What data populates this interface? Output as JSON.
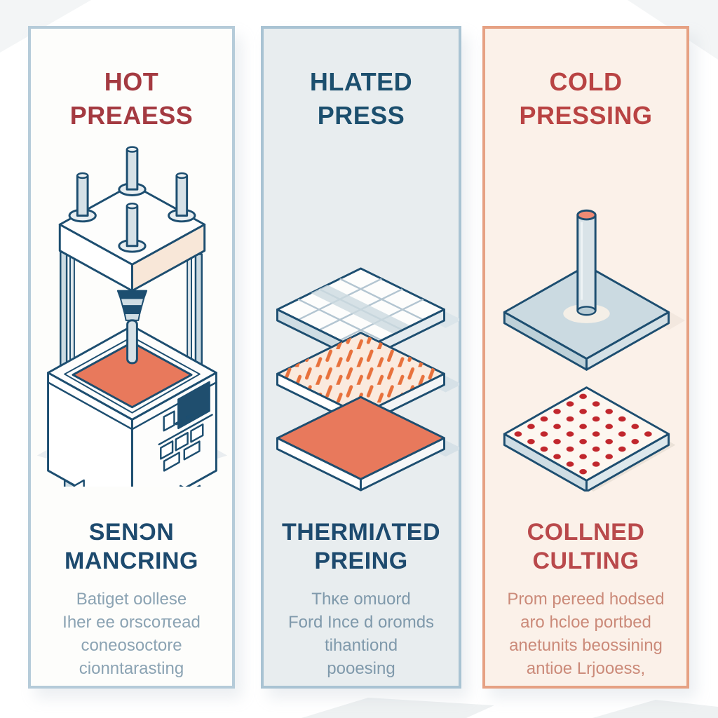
{
  "panels": [
    {
      "name": "hot-press",
      "title": "HOT\nPREAESS",
      "heading": "SENƆN\nMANCRING",
      "body": "Batiget oollese\nIher ee orscoπead\nconeosoctore\ncionntarasting",
      "illustration": "hot-press-machine",
      "colors": {
        "bg": "#fdfdfb",
        "border": "#b5cbd9",
        "title": "#a43a41",
        "heading": "#1d4a6e",
        "body": "#8ba3b3"
      }
    },
    {
      "name": "heated-press",
      "title": "HLATED\nPRESS",
      "heading": "THERMIΛTED\nPREING",
      "body": "Thᴋe omuord\nFord Ince d oromds\ntihantiond\npooesing",
      "illustration": "laminated-layers-stack",
      "colors": {
        "bg": "#e8edef",
        "border": "#a9c3d3",
        "title": "#1c4f6e",
        "heading": "#1d4a6e",
        "body": "#7f99ab"
      }
    },
    {
      "name": "cold-press",
      "title": "COLD\nPRESSING",
      "heading": "COLLNED\nCULTING",
      "body": "Prom pereed hodsed\naro hcloe portbed\nanetunits beossining\nantioe Lrjooess,",
      "illustration": "cold-press-plates",
      "colors": {
        "bg": "#fbf1e9",
        "border": "#e6a183",
        "title": "#b94343",
        "heading": "#b9494b",
        "body": "#cb8a79"
      }
    }
  ],
  "palette": {
    "outline_navy": "#1d4e70",
    "hot_plate_orange": "#e8795c",
    "dash_orange": "#e8713c",
    "dot_red": "#c1272d",
    "steel_blue": "#ccdbe2",
    "peach_face": "#f8e7d8",
    "rod_top_salmon": "#ef8a74"
  }
}
